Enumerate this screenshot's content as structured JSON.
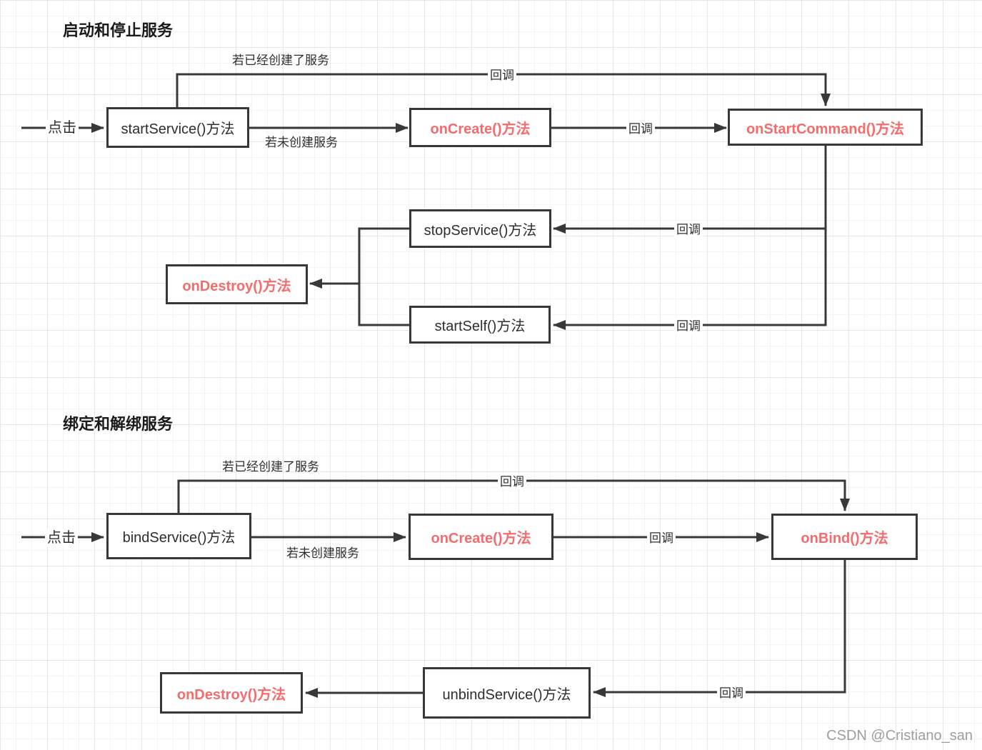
{
  "colors": {
    "accent_red": "#f56c6c",
    "line": "#383838",
    "grid_minor": "#f3f3f3",
    "grid_major": "#e6e6e6"
  },
  "s1": {
    "title": "启动和停止服务",
    "nodes": {
      "start_service": "startService()方法",
      "on_create": "onCreate()方法",
      "on_start_command": "onStartCommand()方法",
      "stop_service": "stopService()方法",
      "start_self": "startSelf()方法",
      "on_destroy": "onDestroy()方法"
    },
    "labels": {
      "click": "点击",
      "if_created": "若已经创建了服务",
      "if_not_created": "若未创建服务",
      "callback_top": "回调",
      "callback_create_to_start": "回调",
      "callback_stop": "回调",
      "callback_self": "回调"
    }
  },
  "s2": {
    "title": "绑定和解绑服务",
    "nodes": {
      "bind_service": "bindService()方法",
      "on_create": "onCreate()方法",
      "on_bind": "onBind()方法",
      "unbind_service": "unbindService()方法",
      "on_destroy": "onDestroy()方法"
    },
    "labels": {
      "click": "点击",
      "if_created": "若已经创建了服务",
      "if_not_created": "若未创建服务",
      "callback_top": "回调",
      "callback_create_to_bind": "回调",
      "callback_unbind": "回调"
    }
  },
  "watermark": "CSDN @Cristiano_san"
}
